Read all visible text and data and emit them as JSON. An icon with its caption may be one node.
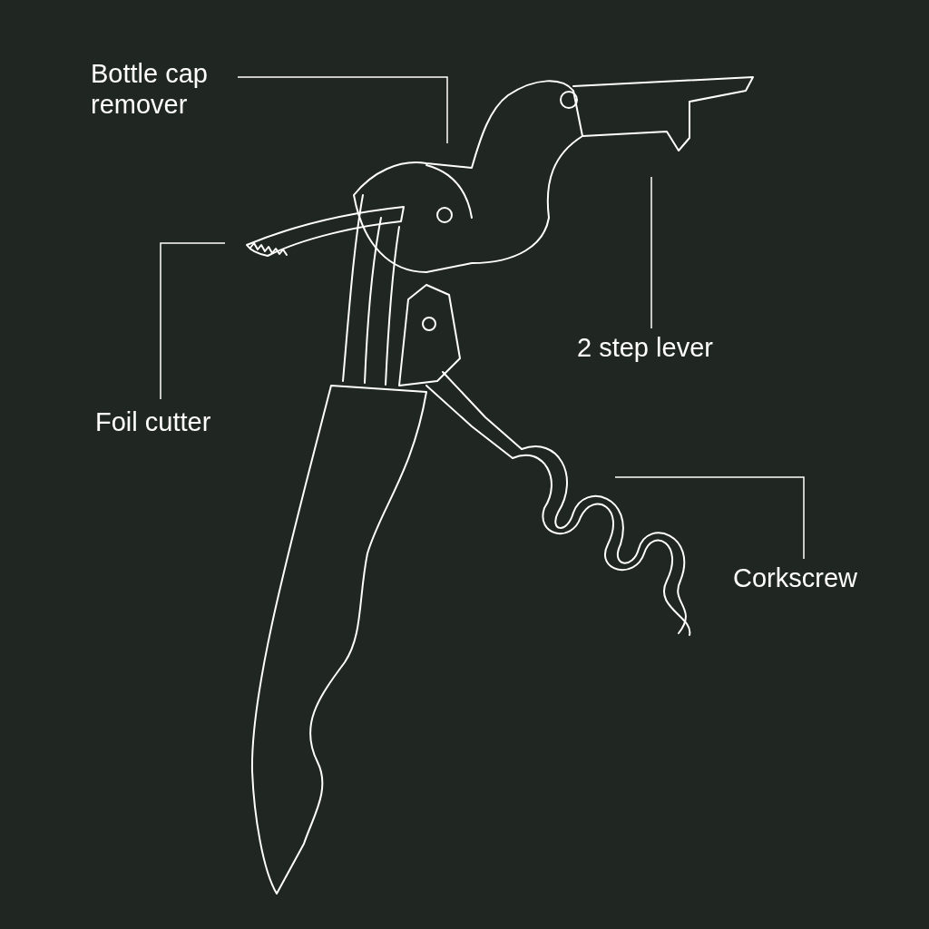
{
  "diagram": {
    "nodes": [
      {
        "text": [
          "Bottle cap remover"
        ]
      },
      {
        "text": [
          "Foil cutter"
        ]
      },
      {
        "text": [
          "2 step lever"
        ]
      },
      {
        "text": [
          "Corkscrew"
        ]
      }
    ],
    "edges": [
      {
        "from": 0,
        "to": null,
        "arrow": "none"
      },
      {
        "from": 1,
        "to": null,
        "arrow": "none"
      },
      {
        "from": 2,
        "to": null,
        "arrow": "none"
      },
      {
        "from": 3,
        "to": null,
        "arrow": "none"
      }
    ]
  }
}
